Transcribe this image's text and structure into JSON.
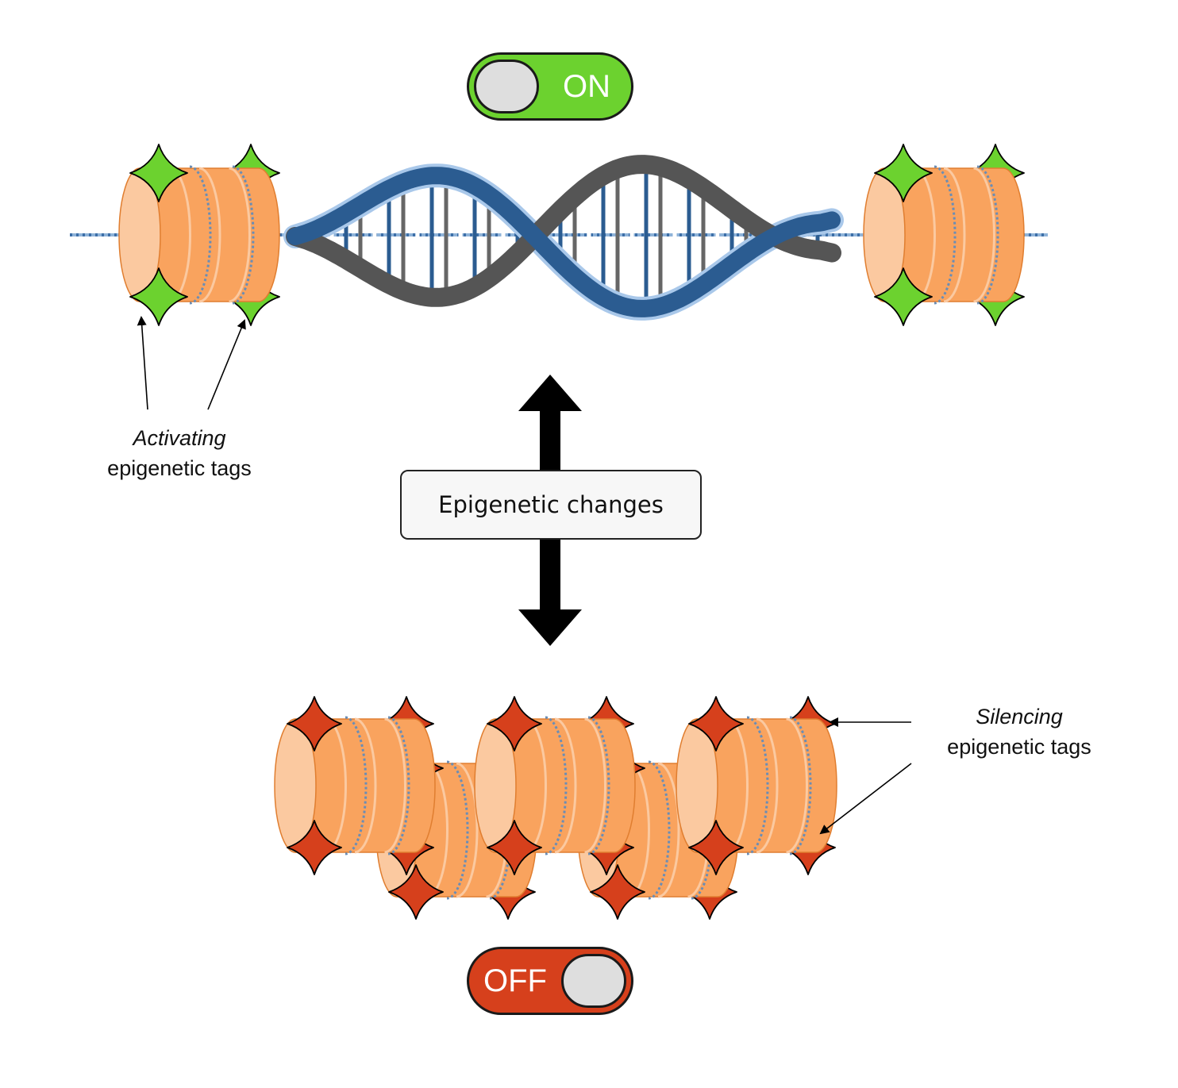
{
  "toggle_on": {
    "label": "ON",
    "color": "#6cd22f"
  },
  "toggle_off": {
    "label": "OFF",
    "color": "#d6401c"
  },
  "center_box": {
    "label": "Epigenetic changes"
  },
  "activating_label": {
    "line1": "Activating",
    "line2": "epigenetic tags"
  },
  "silencing_label": {
    "line1": "Silencing",
    "line2": "epigenetic tags"
  },
  "colors": {
    "activating_tag": "#6cd22f",
    "silencing_tag": "#d6401c",
    "histone": "#f9a35e",
    "histone_face": "#fbc9a0",
    "dna_dark_strand": "#555555",
    "dna_blue_strand": "#2b5c91",
    "dna_light_blue": "#a9c8ea"
  }
}
